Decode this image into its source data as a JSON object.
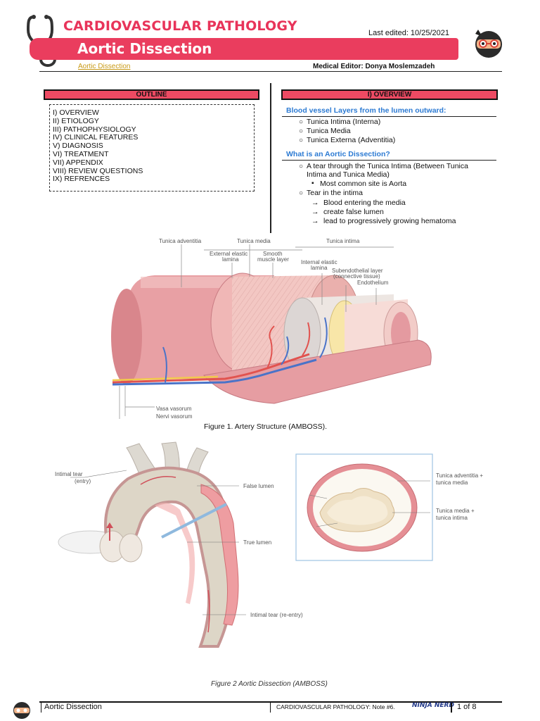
{
  "header": {
    "title": "CARDIOVASCULAR PATHOLOGY",
    "subtitle": "Aortic Dissection",
    "last_edited": "Last edited: 10/25/2021",
    "topic_link": "Aortic Dissection",
    "medical_editor": "Medical Editor: Donya Moslemzadeh"
  },
  "outline": {
    "heading": "OUTLINE",
    "items": [
      "I) OVERVIEW",
      "II) ETIOLOGY",
      "III) PATHOPHYSIOLOGY",
      "IV) CLINICAL FEATURES",
      "V) DIAGNOSIS",
      "VI) TREATMENT",
      "VII) APPENDIX",
      "VIII) REVIEW QUESTIONS",
      "IX) REFRENCES"
    ]
  },
  "overview": {
    "heading": "I)  OVERVIEW",
    "layers_heading": "Blood vessel Layers from the lumen outward:",
    "layers": [
      "Tunica Intima (Interna)",
      "Tunica Media",
      "Tunica Externa (Adventitia)"
    ],
    "what_heading": "What is an Aortic Dissection?",
    "tear_line1": "A tear through the Tunica Intima (Between Tunica",
    "tear_line2": "Intima and Tunica Media)",
    "common_site": "Most common site is Aorta",
    "tear_intima": "Tear in the intima",
    "arrows": [
      "Blood entering the media",
      "create false lumen",
      "lead to progressively growing hematoma"
    ]
  },
  "figure1": {
    "caption": "Figure 1. Artery Structure (AMBOSS).",
    "labels": {
      "adventitia": "Tunica adventitia",
      "media": "Tunica media",
      "intima": "Tunica intima",
      "ext_elastic_1": "External elastic",
      "ext_elastic_2": "lamina",
      "smooth_1": "Smooth",
      "smooth_2": "muscle layer",
      "int_elastic_1": "Internal elastic",
      "int_elastic_2": "lamina",
      "subendo_1": "Subendothelial layer",
      "subendo_2": "(connective tissue)",
      "endothelium": "Endothelium",
      "vasa": "Vasa vasorum",
      "nervi": "Nervi vasorum"
    }
  },
  "figure2": {
    "caption": "Figure 2 Aortic Dissection (AMBOSS)",
    "labels": {
      "intimal_tear_1": "Intimal tear",
      "intimal_tear_2": "(entry)",
      "false_lumen": "False lumen",
      "true_lumen": "True lumen",
      "reentry": "Intimal tear (re-entry)",
      "adv_media_1": "Tunica adventitia +",
      "adv_media_2": "tunica media",
      "media_intima_1": "Tunica media +",
      "media_intima_2": "tunica intima"
    }
  },
  "footer": {
    "left": "Aortic Dissection",
    "middle": "CARDIOVASCULAR PATHOLOGY: Note #6.",
    "logo": "NINJA NERD",
    "page": "1 of 8"
  },
  "colors": {
    "accent_red": "#ea3d5e",
    "heading_blue": "#2d7bd3",
    "link_gold": "#c99a16"
  }
}
